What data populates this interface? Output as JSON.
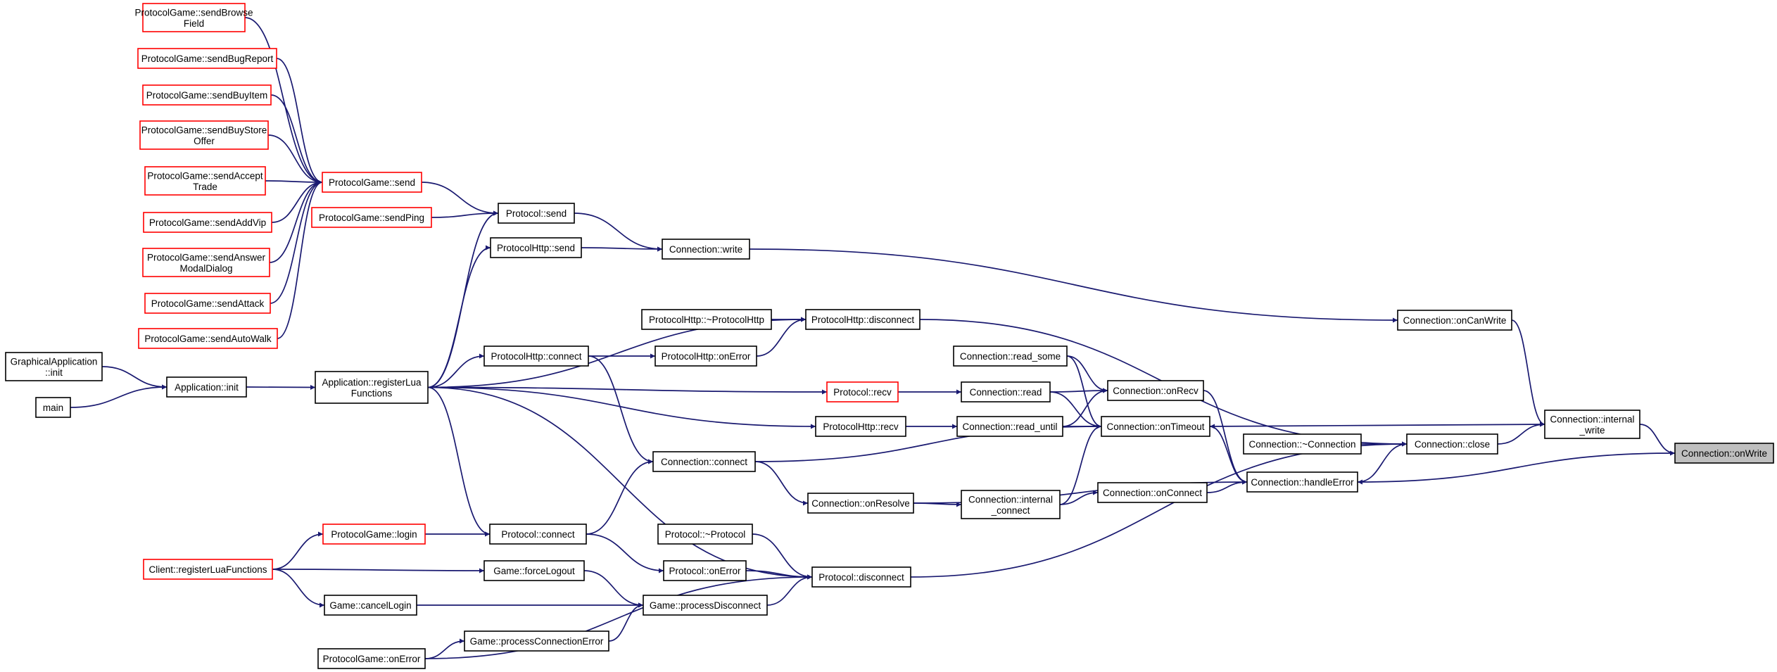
{
  "colors": {
    "edge": "#191970",
    "node_border": "#000000",
    "highlight_border": "#ff0000",
    "focus_fill": "#bfbfbf",
    "node_fill": "#ffffff"
  },
  "nodes": [
    {
      "id": "ga_init",
      "lines": [
        "GraphicalApplication",
        "::init"
      ],
      "style": "normal"
    },
    {
      "id": "main",
      "lines": [
        "main"
      ],
      "style": "normal"
    },
    {
      "id": "app_init",
      "lines": [
        "Application::init"
      ],
      "style": "normal"
    },
    {
      "id": "app_reg",
      "lines": [
        "Application::registerLua",
        "Functions"
      ],
      "style": "normal"
    },
    {
      "id": "pg_browse",
      "lines": [
        "ProtocolGame::sendBrowse",
        "Field"
      ],
      "style": "red"
    },
    {
      "id": "pg_bug",
      "lines": [
        "ProtocolGame::sendBugReport"
      ],
      "style": "red"
    },
    {
      "id": "pg_buy",
      "lines": [
        "ProtocolGame::sendBuyItem"
      ],
      "style": "red"
    },
    {
      "id": "pg_buystore",
      "lines": [
        "ProtocolGame::sendBuyStore",
        "Offer"
      ],
      "style": "red"
    },
    {
      "id": "pg_accept",
      "lines": [
        "ProtocolGame::sendAccept",
        "Trade"
      ],
      "style": "red"
    },
    {
      "id": "pg_addvip",
      "lines": [
        "ProtocolGame::sendAddVip"
      ],
      "style": "red"
    },
    {
      "id": "pg_answer",
      "lines": [
        "ProtocolGame::sendAnswer",
        "ModalDialog"
      ],
      "style": "red"
    },
    {
      "id": "pg_attack",
      "lines": [
        "ProtocolGame::sendAttack"
      ],
      "style": "red"
    },
    {
      "id": "pg_autowalk",
      "lines": [
        "ProtocolGame::sendAutoWalk"
      ],
      "style": "red"
    },
    {
      "id": "pg_send",
      "lines": [
        "ProtocolGame::send"
      ],
      "style": "red"
    },
    {
      "id": "pg_ping",
      "lines": [
        "ProtocolGame::sendPing"
      ],
      "style": "red"
    },
    {
      "id": "p_send",
      "lines": [
        "Protocol::send"
      ],
      "style": "normal"
    },
    {
      "id": "ph_send",
      "lines": [
        "ProtocolHttp::send"
      ],
      "style": "normal"
    },
    {
      "id": "c_write",
      "lines": [
        "Connection::write"
      ],
      "style": "normal"
    },
    {
      "id": "ph_dtor",
      "lines": [
        "ProtocolHttp::~ProtocolHttp"
      ],
      "style": "normal"
    },
    {
      "id": "ph_disc",
      "lines": [
        "ProtocolHttp::disconnect"
      ],
      "style": "normal"
    },
    {
      "id": "ph_conn",
      "lines": [
        "ProtocolHttp::connect"
      ],
      "style": "normal"
    },
    {
      "id": "ph_err",
      "lines": [
        "ProtocolHttp::onError"
      ],
      "style": "normal"
    },
    {
      "id": "p_recv",
      "lines": [
        "Protocol::recv"
      ],
      "style": "red"
    },
    {
      "id": "ph_recv",
      "lines": [
        "ProtocolHttp::recv"
      ],
      "style": "normal"
    },
    {
      "id": "c_read",
      "lines": [
        "Connection::read"
      ],
      "style": "normal"
    },
    {
      "id": "c_read_until",
      "lines": [
        "Connection::read_until"
      ],
      "style": "normal"
    },
    {
      "id": "c_read_some",
      "lines": [
        "Connection::read_some"
      ],
      "style": "normal"
    },
    {
      "id": "c_onrecv",
      "lines": [
        "Connection::onRecv"
      ],
      "style": "normal"
    },
    {
      "id": "c_ontimeout",
      "lines": [
        "Connection::onTimeout"
      ],
      "style": "normal"
    },
    {
      "id": "c_connect",
      "lines": [
        "Connection::connect"
      ],
      "style": "normal"
    },
    {
      "id": "c_onresolve",
      "lines": [
        "Connection::onResolve"
      ],
      "style": "normal"
    },
    {
      "id": "c_iconnect",
      "lines": [
        "Connection::internal",
        "_connect"
      ],
      "style": "normal"
    },
    {
      "id": "c_onconnect",
      "lines": [
        "Connection::onConnect"
      ],
      "style": "normal"
    },
    {
      "id": "c_dtor",
      "lines": [
        "Connection::~Connection"
      ],
      "style": "normal"
    },
    {
      "id": "c_close",
      "lines": [
        "Connection::close"
      ],
      "style": "normal"
    },
    {
      "id": "c_handleerror",
      "lines": [
        "Connection::handleError"
      ],
      "style": "normal"
    },
    {
      "id": "c_oncanwrite",
      "lines": [
        "Connection::onCanWrite"
      ],
      "style": "normal"
    },
    {
      "id": "c_iwrite",
      "lines": [
        "Connection::internal",
        "_write"
      ],
      "style": "normal"
    },
    {
      "id": "c_onwrite",
      "lines": [
        "Connection::onWrite"
      ],
      "style": "focus"
    },
    {
      "id": "pg_login",
      "lines": [
        "ProtocolGame::login"
      ],
      "style": "red"
    },
    {
      "id": "client_reg",
      "lines": [
        "Client::registerLuaFunctions"
      ],
      "style": "red"
    },
    {
      "id": "p_connect",
      "lines": [
        "Protocol::connect"
      ],
      "style": "normal"
    },
    {
      "id": "game_force",
      "lines": [
        "Game::forceLogout"
      ],
      "style": "normal"
    },
    {
      "id": "game_cancel",
      "lines": [
        "Game::cancelLogin"
      ],
      "style": "normal"
    },
    {
      "id": "p_dtor",
      "lines": [
        "Protocol::~Protocol"
      ],
      "style": "normal"
    },
    {
      "id": "p_onerror",
      "lines": [
        "Protocol::onError"
      ],
      "style": "normal"
    },
    {
      "id": "p_disc",
      "lines": [
        "Protocol::disconnect"
      ],
      "style": "normal"
    },
    {
      "id": "game_procdisc",
      "lines": [
        "Game::processDisconnect"
      ],
      "style": "normal"
    },
    {
      "id": "game_procconn",
      "lines": [
        "Game::processConnectionError"
      ],
      "style": "normal"
    },
    {
      "id": "pg_onerror",
      "lines": [
        "ProtocolGame::onError"
      ],
      "style": "normal"
    }
  ],
  "edges": [
    [
      "ga_init",
      "app_init"
    ],
    [
      "main",
      "app_init"
    ],
    [
      "app_init",
      "app_reg"
    ],
    [
      "pg_browse",
      "pg_send"
    ],
    [
      "pg_bug",
      "pg_send"
    ],
    [
      "pg_buy",
      "pg_send"
    ],
    [
      "pg_buystore",
      "pg_send"
    ],
    [
      "pg_accept",
      "pg_send"
    ],
    [
      "pg_addvip",
      "pg_send"
    ],
    [
      "pg_answer",
      "pg_send"
    ],
    [
      "pg_attack",
      "pg_send"
    ],
    [
      "pg_autowalk",
      "pg_send"
    ],
    [
      "pg_send",
      "p_send"
    ],
    [
      "pg_ping",
      "p_send"
    ],
    [
      "app_reg",
      "p_send"
    ],
    [
      "app_reg",
      "ph_send"
    ],
    [
      "p_send",
      "c_write"
    ],
    [
      "ph_send",
      "c_write"
    ],
    [
      "c_write",
      "c_oncanwrite"
    ],
    [
      "c_oncanwrite",
      "c_iwrite"
    ],
    [
      "c_iwrite",
      "c_onwrite"
    ],
    [
      "app_reg",
      "ph_disc"
    ],
    [
      "ph_dtor",
      "ph_disc"
    ],
    [
      "ph_err",
      "ph_disc"
    ],
    [
      "app_reg",
      "ph_conn"
    ],
    [
      "ph_conn",
      "ph_err"
    ],
    [
      "ph_conn",
      "c_connect"
    ],
    [
      "app_reg",
      "p_recv"
    ],
    [
      "p_recv",
      "c_read"
    ],
    [
      "app_reg",
      "ph_recv"
    ],
    [
      "ph_recv",
      "c_read_until"
    ],
    [
      "c_read",
      "c_onrecv"
    ],
    [
      "c_read",
      "c_ontimeout"
    ],
    [
      "c_read_until",
      "c_onrecv"
    ],
    [
      "c_read_until",
      "c_ontimeout"
    ],
    [
      "c_read_some",
      "c_onrecv"
    ],
    [
      "c_read_some",
      "c_ontimeout"
    ],
    [
      "c_iwrite",
      "c_ontimeout"
    ],
    [
      "c_onrecv",
      "c_handleerror"
    ],
    [
      "c_ontimeout",
      "c_handleerror"
    ],
    [
      "c_onwrite",
      "c_handleerror"
    ],
    [
      "c_dtor",
      "c_close"
    ],
    [
      "c_handleerror",
      "c_close"
    ],
    [
      "c_close",
      "c_iwrite"
    ],
    [
      "ph_disc",
      "c_close"
    ],
    [
      "p_disc",
      "c_close"
    ],
    [
      "c_connect",
      "c_ontimeout"
    ],
    [
      "c_connect",
      "c_onresolve"
    ],
    [
      "c_onresolve",
      "c_iconnect"
    ],
    [
      "c_onresolve",
      "c_handleerror"
    ],
    [
      "c_iconnect",
      "c_ontimeout"
    ],
    [
      "c_iconnect",
      "c_onconnect"
    ],
    [
      "c_onconnect",
      "c_handleerror"
    ],
    [
      "pg_login",
      "p_connect"
    ],
    [
      "client_reg",
      "pg_login"
    ],
    [
      "client_reg",
      "game_force"
    ],
    [
      "client_reg",
      "game_cancel"
    ],
    [
      "app_reg",
      "p_connect"
    ],
    [
      "p_connect",
      "c_connect"
    ],
    [
      "p_connect",
      "p_onerror"
    ],
    [
      "app_reg",
      "p_disc"
    ],
    [
      "p_dtor",
      "p_disc"
    ],
    [
      "p_onerror",
      "p_disc"
    ],
    [
      "game_force",
      "game_procdisc"
    ],
    [
      "game_cancel",
      "game_procdisc"
    ],
    [
      "game_procconn",
      "game_procdisc"
    ],
    [
      "game_procdisc",
      "p_disc"
    ],
    [
      "pg_onerror",
      "game_procconn"
    ],
    [
      "pg_onerror",
      "p_disc"
    ]
  ]
}
